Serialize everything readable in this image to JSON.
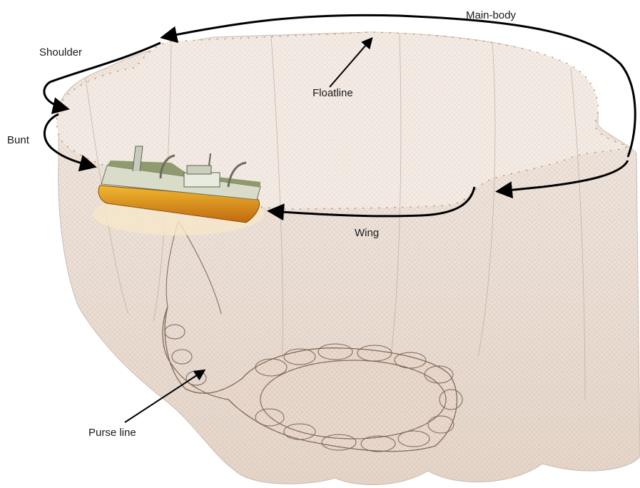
{
  "labels": {
    "main_body": "Main-body",
    "shoulder": "Shoulder",
    "floatline": "Floatline",
    "bunt": "Bunt",
    "wing": "Wing",
    "purse_line": "Purse line"
  },
  "colors": {
    "net": "#efe3da",
    "net_shade": "#e2d0c3",
    "mesh": "#b9a89a",
    "floats": "#c9915a",
    "arrows": "#000000",
    "hull": "#e3a11f",
    "deck": "#8f9a6e"
  }
}
